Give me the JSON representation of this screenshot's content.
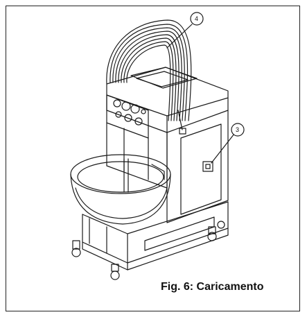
{
  "caption": "Fig. 6: Caricamento",
  "callouts": [
    {
      "label": "4"
    },
    {
      "label": "3"
    }
  ],
  "colors": {
    "line": "#1a1a1a",
    "background": "#ffffff"
  }
}
